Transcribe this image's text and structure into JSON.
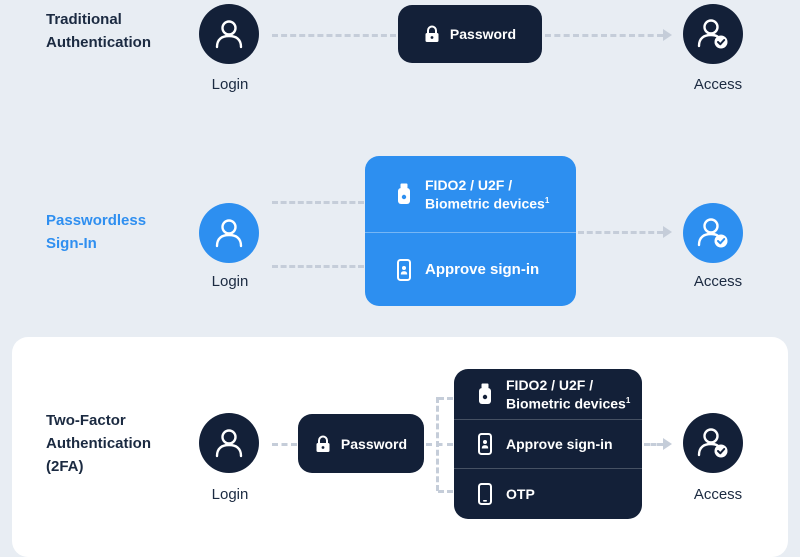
{
  "rows": [
    {
      "title_line1": "Traditional",
      "title_line2": "Authentication",
      "login_label": "Login",
      "password_label": "Password",
      "access_label": "Access"
    },
    {
      "title_line1": "Passwordless",
      "title_line2": "Sign-In",
      "login_label": "Login",
      "methods": [
        "FIDO2 / U2F /",
        "Biometric devices",
        "Approve sign-in"
      ],
      "footnote": "1",
      "access_label": "Access"
    },
    {
      "title_line1": "Two-Factor",
      "title_line2": "Authentication",
      "title_line3": "(2FA)",
      "login_label": "Login",
      "password_label": "Password",
      "methods": [
        "FIDO2 / U2F /",
        "Biometric devices",
        "Approve sign-in",
        "OTP"
      ],
      "footnote": "1",
      "access_label": "Access"
    }
  ],
  "colors": {
    "dark_navy": "#132038",
    "accent_blue": "#2d8ff0",
    "title_blue": "#2f8ff0",
    "background": "#e8edf3",
    "dash": "#c5cdd9"
  },
  "icons": [
    "user-icon",
    "user-check-icon",
    "lock-icon",
    "usb-key-icon",
    "phone-approve-icon",
    "phone-icon"
  ]
}
